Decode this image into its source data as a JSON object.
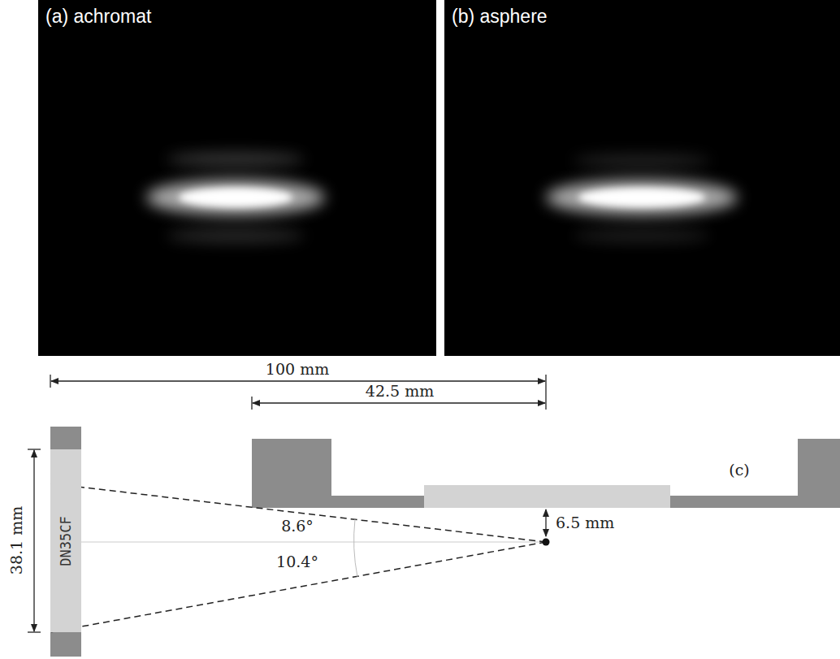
{
  "diagram": {
    "nodes": [
      {
        "text": [
          "DN35CF"
        ]
      }
    ],
    "labels": [
      "(a) achromat",
      "(b) asphere",
      "100 mm",
      "42.5 mm",
      "(c)",
      "38.1 mm",
      "8.6°",
      "10.4°",
      "6.5 mm"
    ]
  }
}
